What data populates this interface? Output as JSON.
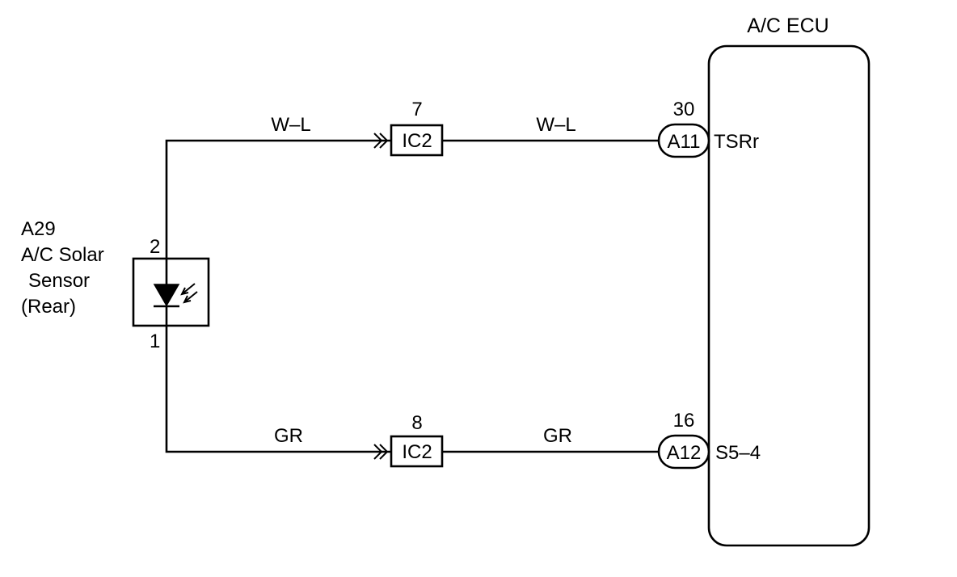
{
  "ecu": {
    "title": "A/C ECU"
  },
  "sensor": {
    "code": "A29",
    "name_line1": "A/C Solar",
    "name_line2": "Sensor",
    "name_line3": "(Rear)",
    "pin_top": "2",
    "pin_bottom": "1"
  },
  "circuits": [
    {
      "wire_color_left": "W–L",
      "junction_pin": "7",
      "junction_label": "IC2",
      "wire_color_right": "W–L",
      "ecu_pin": "30",
      "ecu_connector": "A11",
      "ecu_terminal": "TSRr"
    },
    {
      "wire_color_left": "GR",
      "junction_pin": "8",
      "junction_label": "IC2",
      "wire_color_right": "GR",
      "ecu_pin": "16",
      "ecu_connector": "A12",
      "ecu_terminal": "S5–4"
    }
  ]
}
